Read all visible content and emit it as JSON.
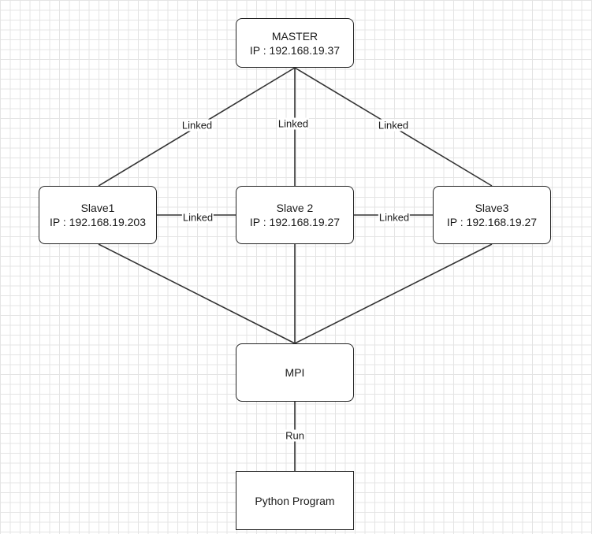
{
  "nodes": {
    "master": {
      "title": "MASTER",
      "ip": "IP : 192.168.19.37"
    },
    "slave1": {
      "title": "Slave1",
      "ip": "IP : 192.168.19.203"
    },
    "slave2": {
      "title": "Slave 2",
      "ip": "IP : 192.168.19.27"
    },
    "slave3": {
      "title": "Slave3",
      "ip": "IP : 192.168.19.27"
    },
    "mpi": {
      "title": "MPI"
    },
    "python": {
      "title": "Python Program"
    }
  },
  "edges": {
    "master_slave1": "Linked",
    "master_slave2": "Linked",
    "master_slave3": "Linked",
    "slave1_slave2": "Linked",
    "slave2_slave3": "Linked",
    "mpi_python": "Run"
  },
  "colors": {
    "line": "#333333",
    "node_border": "#222222",
    "grid": "#e4e4e4",
    "background": "#ffffff"
  }
}
